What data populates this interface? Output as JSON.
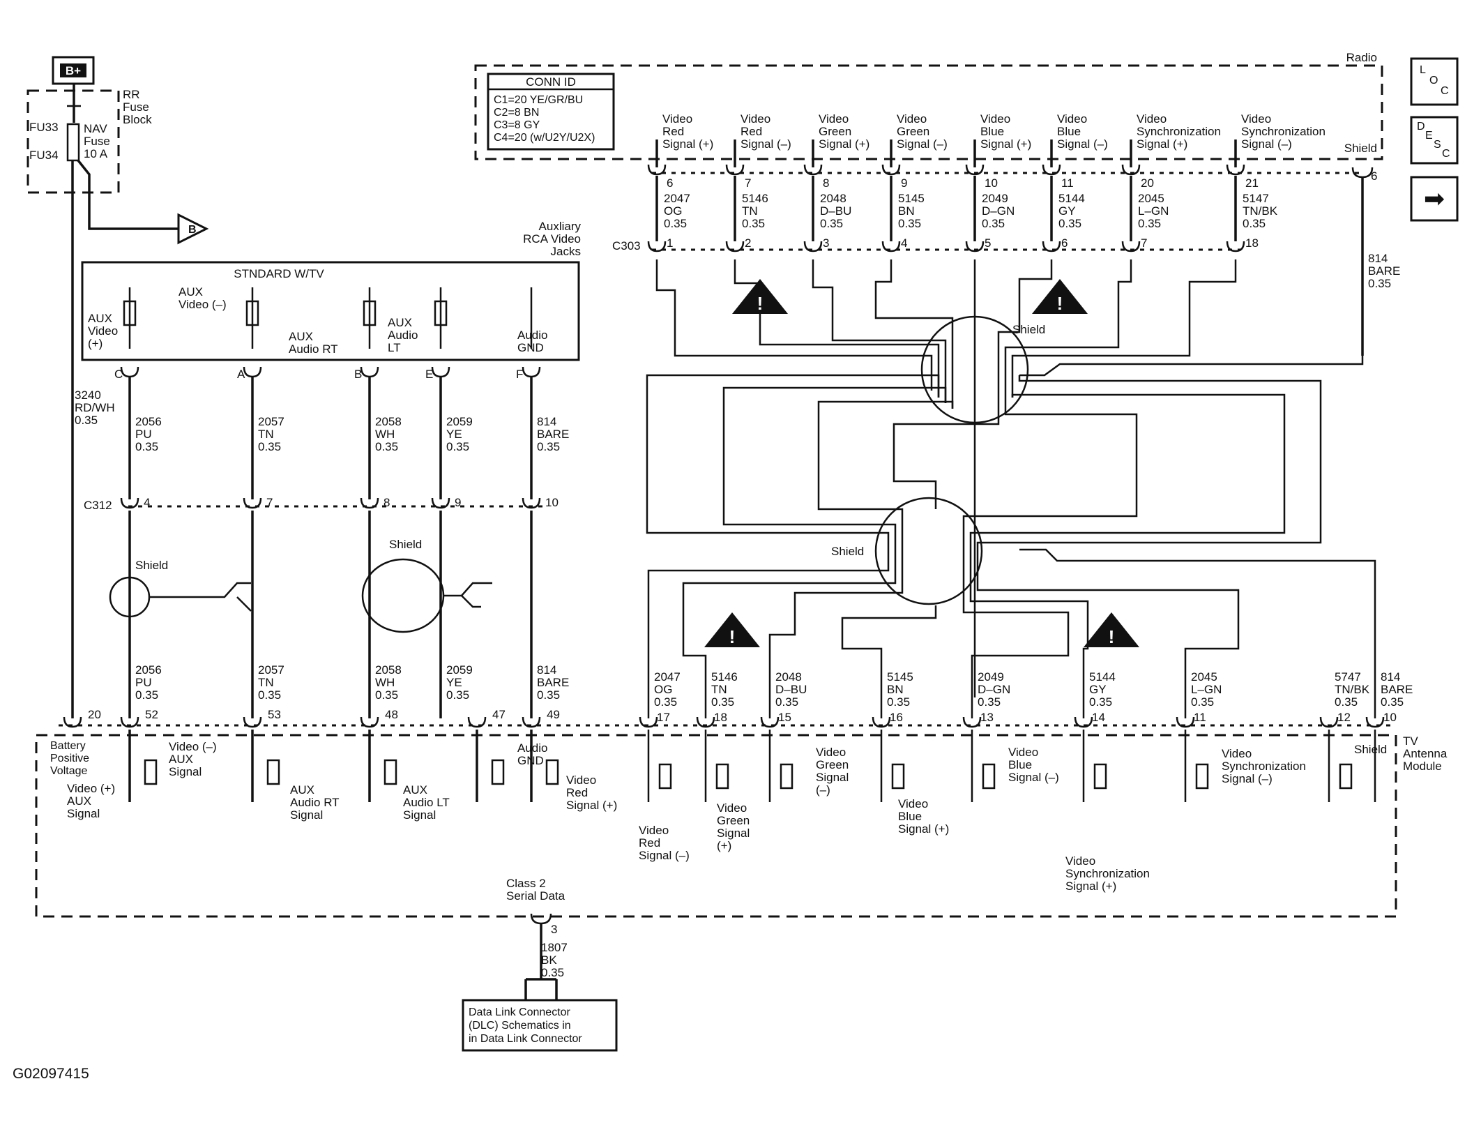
{
  "power": {
    "label": "B+"
  },
  "fuse_block": {
    "title": [
      "RR",
      "Fuse",
      "Block"
    ],
    "fu33": "FU33",
    "fu34": "FU34",
    "fuse": [
      "NAV",
      "Fuse",
      "10 A"
    ]
  },
  "offpage": {
    "letter": "B"
  },
  "radio": {
    "title": "Radio",
    "shield": "Shield",
    "shield_pin": "6",
    "shield_wire": [
      "814",
      "BARE",
      "0.35"
    ]
  },
  "conn_id": {
    "title": "CONN ID",
    "lines": [
      "C1=20 YE/GR/BU",
      "C2=8 BN",
      "C3=8 GY",
      "C4=20 (w/U2Y/U2X)"
    ]
  },
  "radio_signals": [
    {
      "label": [
        "Video",
        "Red",
        "Signal (+)"
      ],
      "pin": "6",
      "circuit": [
        "2047",
        "OG",
        "0.35"
      ],
      "c303": "1"
    },
    {
      "label": [
        "Video",
        "Red",
        "Signal (–)"
      ],
      "pin": "7",
      "circuit": [
        "5146",
        "TN",
        "0.35"
      ],
      "c303": "2"
    },
    {
      "label": [
        "Video",
        "Green",
        "Signal (+)"
      ],
      "pin": "8",
      "circuit": [
        "2048",
        "D–BU",
        "0.35"
      ],
      "c303": "3"
    },
    {
      "label": [
        "Video",
        "Green",
        "Signal (–)"
      ],
      "pin": "9",
      "circuit": [
        "5145",
        "BN",
        "0.35"
      ],
      "c303": "4"
    },
    {
      "label": [
        "Video",
        "Blue",
        "Signal (+)"
      ],
      "pin": "10",
      "circuit": [
        "2049",
        "D–GN",
        "0.35"
      ],
      "c303": "5"
    },
    {
      "label": [
        "Video",
        "Blue",
        "Signal (–)"
      ],
      "pin": "11",
      "circuit": [
        "5144",
        "GY",
        "0.35"
      ],
      "c303": "6"
    },
    {
      "label": [
        "Video",
        "Synchronization",
        "Signal (+)"
      ],
      "pin": "20",
      "circuit": [
        "2045",
        "L–GN",
        "0.35"
      ],
      "c303": "7"
    },
    {
      "label": [
        "Video",
        "Synchronization",
        "Signal (–)"
      ],
      "pin": "21",
      "circuit": [
        "5147",
        "TN/BK",
        "0.35"
      ],
      "c303": "18"
    }
  ],
  "c303": {
    "label": "C303"
  },
  "aux_jacks": {
    "title": [
      "Auxliary",
      "RCA Video",
      "Jacks"
    ],
    "box_title": "STNDARD W/TV",
    "aux_video_plus": [
      "AUX",
      "Video",
      "(+)"
    ],
    "aux_video_minus": [
      "AUX",
      "Video (–)"
    ],
    "aux_audio_rt": [
      "AUX",
      "Audio RT"
    ],
    "aux_audio_lt": [
      "AUX",
      "Audio",
      "LT"
    ],
    "audio_gnd": [
      "Audio",
      "GND"
    ],
    "pins": [
      "C",
      "A",
      "B",
      "E",
      "F"
    ]
  },
  "battery_wire": [
    "3240",
    "RD/WH",
    "0.35"
  ],
  "upper_wires": [
    [
      "2056",
      "PU",
      "0.35"
    ],
    [
      "2057",
      "TN",
      "0.35"
    ],
    [
      "2058",
      "WH",
      "0.35"
    ],
    [
      "2059",
      "YE",
      "0.35"
    ],
    [
      "814",
      "BARE",
      "0.35"
    ]
  ],
  "c312": {
    "label": "C312",
    "pins": [
      "4",
      "7",
      "8",
      "9",
      "10"
    ]
  },
  "shield_label": "Shield",
  "lower_left_wires": [
    [
      "2056",
      "PU",
      "0.35"
    ],
    [
      "2057",
      "TN",
      "0.35"
    ],
    [
      "2058",
      "WH",
      "0.35"
    ],
    [
      "2059",
      "YE",
      "0.35"
    ],
    [
      "814",
      "BARE",
      "0.35"
    ]
  ],
  "lower_right_wires": [
    [
      "2047",
      "OG",
      "0.35"
    ],
    [
      "5146",
      "TN",
      "0.35"
    ],
    [
      "2048",
      "D–BU",
      "0.35"
    ],
    [
      "5145",
      "BN",
      "0.35"
    ],
    [
      "2049",
      "D–GN",
      "0.35"
    ],
    [
      "5144",
      "GY",
      "0.35"
    ],
    [
      "2045",
      "L–GN",
      "0.35"
    ],
    [
      "5747",
      "TN/BK",
      "0.35"
    ],
    [
      "814",
      "BARE",
      "0.35"
    ]
  ],
  "tv_module": {
    "title": [
      "TV",
      "Antenna",
      "Module"
    ],
    "pins_left": [
      "20",
      "52",
      "53",
      "48",
      "47",
      "49"
    ],
    "pins_right": [
      "17",
      "18",
      "15",
      "16",
      "13",
      "14",
      "11",
      "12",
      "10"
    ],
    "battery": [
      "Battery",
      "Positive",
      "Voltage"
    ],
    "video_plus_aux": [
      "Video (+)",
      "AUX",
      "Signal"
    ],
    "video_minus_aux": [
      "Video (–)",
      "AUX",
      "Signal"
    ],
    "aux_audio_rt": [
      "AUX",
      "Audio RT",
      "Signal"
    ],
    "aux_audio_lt": [
      "AUX",
      "Audio LT",
      "Signal"
    ],
    "audio_gnd": [
      "Audio",
      "GND"
    ],
    "red_plus": [
      "Video",
      "Red",
      "Signal (+)"
    ],
    "red_minus": [
      "Video",
      "Red",
      "Signal (–)"
    ],
    "green_plus": [
      "Video",
      "Green",
      "Signal",
      "(+)"
    ],
    "green_minus": [
      "Video",
      "Green",
      "Signal",
      "(–)"
    ],
    "blue_plus": [
      "Video",
      "Blue",
      "Signal (+)"
    ],
    "blue_minus": [
      "Video",
      "Blue",
      "Signal (–)"
    ],
    "sync_plus": [
      "Video",
      "Synchronization",
      "Signal (+)"
    ],
    "sync_minus": [
      "Video",
      "Synchronization",
      "Signal (–)"
    ],
    "shield": "Shield",
    "class2": [
      "Class 2",
      "Serial Data"
    ],
    "class2_pin": "3"
  },
  "dlc_wire": [
    "1807",
    "BK",
    "0.35"
  ],
  "dlc_box": [
    "Data Link Connector",
    "(DLC) Schematics in",
    "in Data Link Connector"
  ],
  "nav": {
    "loc": [
      "L",
      "O",
      "C"
    ],
    "desc": [
      "D",
      "E",
      "S",
      "C"
    ],
    "next": "➡"
  },
  "figure_id": "G02097415"
}
